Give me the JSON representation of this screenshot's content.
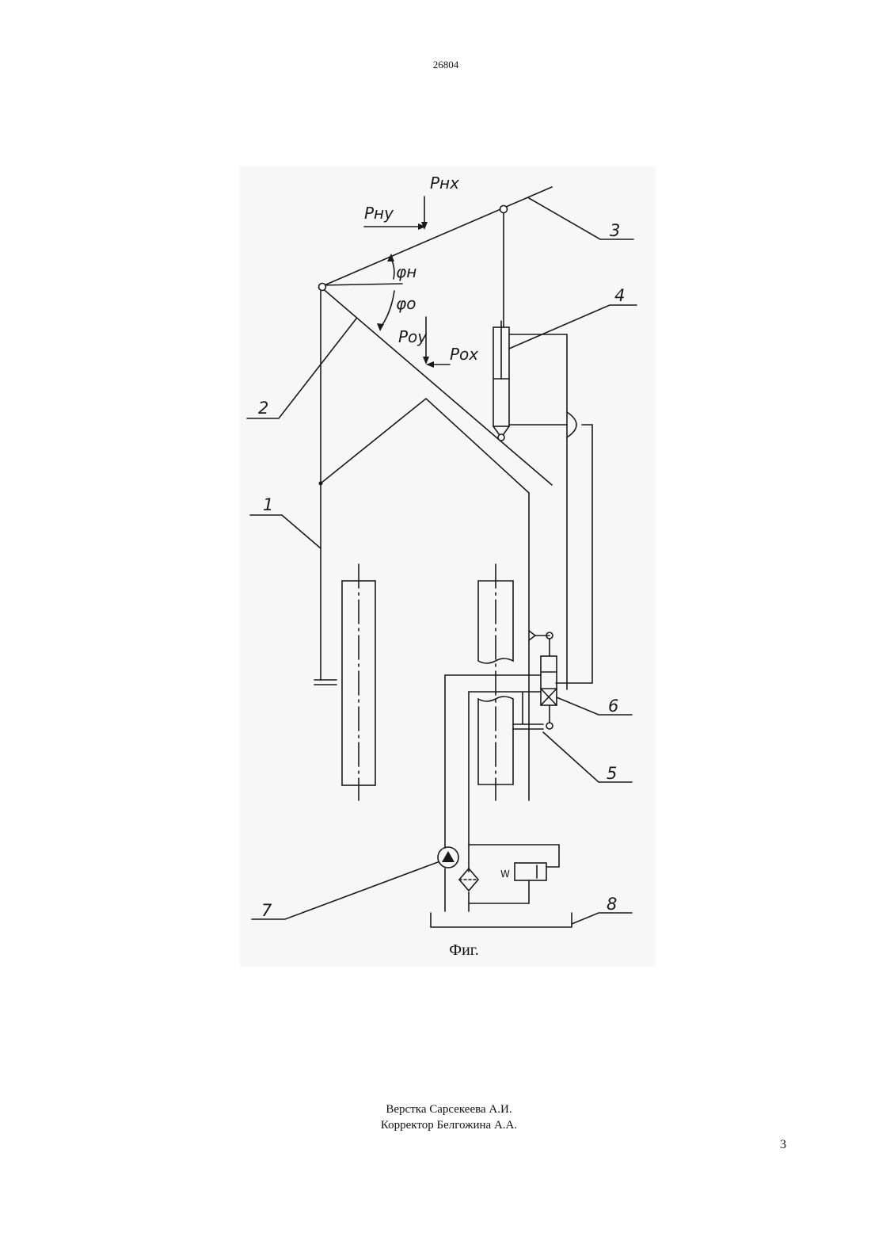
{
  "header": {
    "document_number": "26804"
  },
  "figure": {
    "caption": "Фиг.",
    "callouts": [
      "1",
      "2",
      "3",
      "4",
      "5",
      "6",
      "7",
      "8"
    ],
    "force_labels": {
      "p_nx": "Pнх",
      "p_ny": "Pну",
      "p_oy": "Pоу",
      "p_ox": "Pох"
    },
    "angle_labels": {
      "phi_n": "φн",
      "phi_o": "φо"
    },
    "spring_label": "W"
  },
  "credits": {
    "layout": "Верстка Сарсекеева А.И.",
    "corrector": "Корректор Белгожина А.А."
  },
  "footer": {
    "page_number": "3"
  }
}
